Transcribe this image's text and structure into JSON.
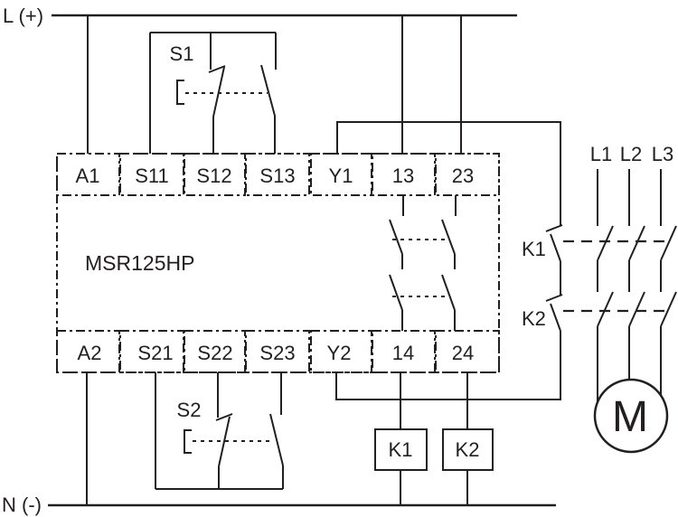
{
  "rails": {
    "top_label": "L (+)",
    "bottom_label": "N (-)"
  },
  "relay": {
    "model": "MSR125HP",
    "top_terminals": [
      "A1",
      "S11",
      "S12",
      "S13",
      "Y1",
      "13",
      "23"
    ],
    "bottom_terminals": [
      "A2",
      "S21",
      "S22",
      "S23",
      "Y2",
      "14",
      "24"
    ]
  },
  "estop_switches": {
    "s1_label": "S1",
    "s2_label": "S2"
  },
  "feedback_contacts": {
    "k1_label": "K1",
    "k2_label": "K2"
  },
  "contactor_coils": {
    "k1_label": "K1",
    "k2_label": "K2"
  },
  "phase_labels": [
    "L1",
    "L2",
    "L3"
  ],
  "motor": {
    "label": "M"
  },
  "colors": {
    "line": "#231f20",
    "background": "#ffffff"
  }
}
